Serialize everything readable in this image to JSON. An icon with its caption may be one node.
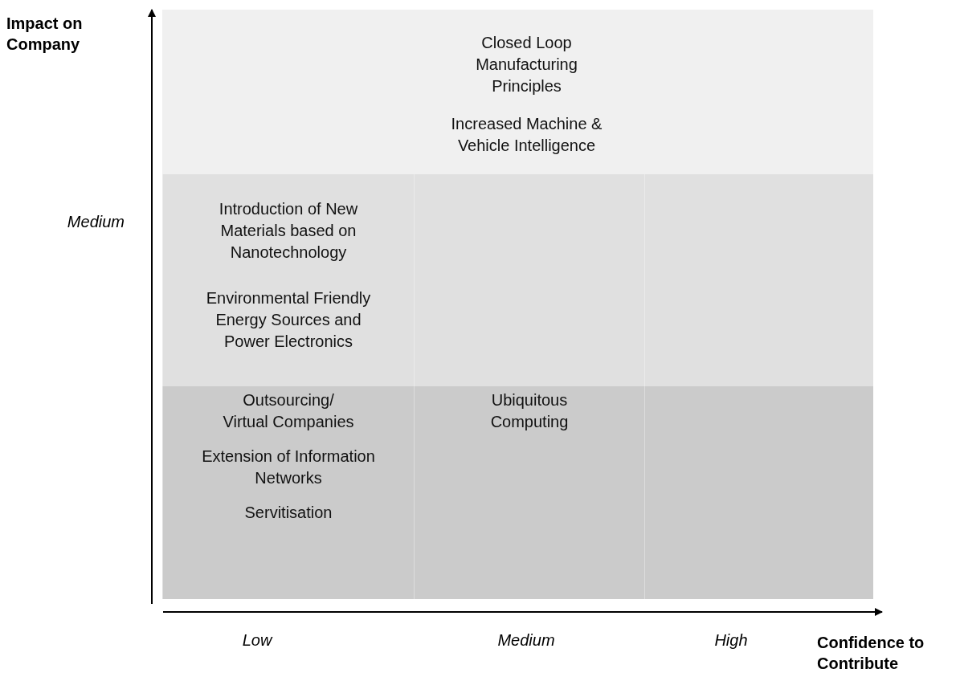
{
  "diagram": {
    "nodes": [
      {
        "text": [
          "Closed Loop Manufacturing Principles",
          "Increased Machine & Vehicle Intelligence"
        ]
      },
      {
        "text": [
          "Introduction of New Materials based on Nanotechnology",
          "Environmental Friendly Energy Sources and Power Electronics"
        ]
      },
      {
        "text": [],
        "shape": "box"
      },
      {
        "text": [],
        "shape": "box"
      },
      {
        "text": [
          "Outsourcing/ Virtual Companies",
          "Extension of Information Networks",
          "Servitisation"
        ]
      },
      {
        "text": [
          "Ubiquitous Computing"
        ]
      },
      {
        "text": [],
        "shape": "box"
      }
    ],
    "edges": [],
    "labels": [
      "Impact on Company",
      "Medium",
      "Low",
      "Medium",
      "High",
      "Confidence to Contribute"
    ]
  }
}
